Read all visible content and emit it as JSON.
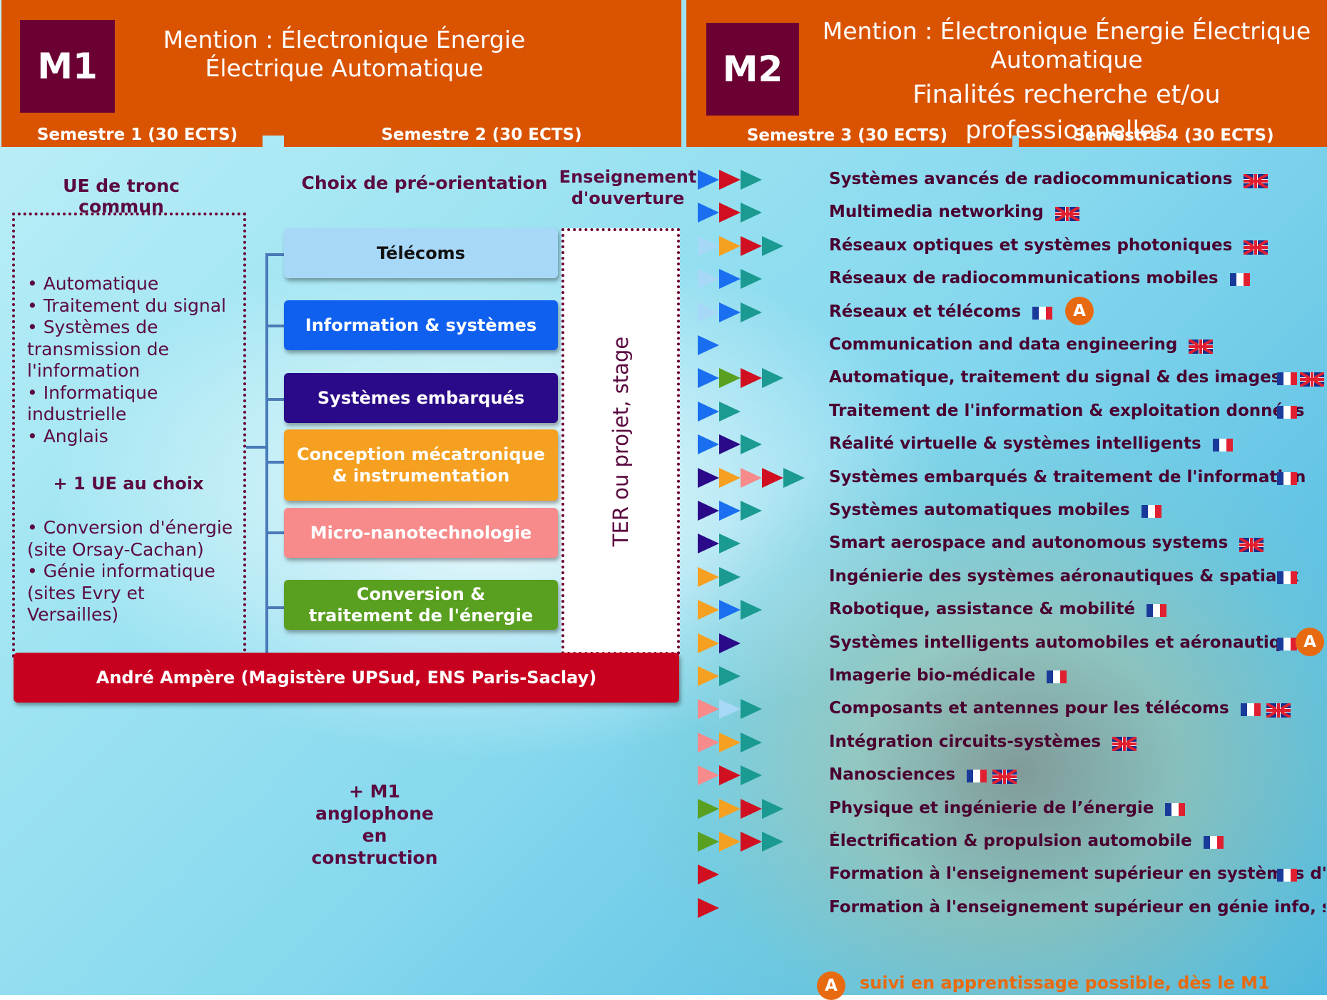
{
  "m1": {
    "badge": "M1",
    "title_line1": "Mention : Électronique Énergie",
    "title_line2": "Électrique Automatique",
    "sem1": "Semestre 1 (30 ECTS)",
    "sem2": "Semestre 2 (30 ECTS)",
    "tronc_heading": "UE de tronc commun",
    "preorient_heading": "Choix de pré-orientation",
    "ouverture_heading_l1": "Enseignement",
    "ouverture_heading_l2": "d'ouverture",
    "bullets": [
      "• Automatique",
      "• Traitement du signal",
      "• Systèmes de",
      "transmission de",
      "l'information",
      "• Informatique",
      "industrielle",
      "• Anglais"
    ],
    "choice_label": "+ 1 UE au choix",
    "choice_bullets": [
      "• Conversion d'énergie",
      "(site Orsay-Cachan)",
      "• Génie informatique",
      "(sites Evry et",
      "Versailles)"
    ],
    "options": [
      {
        "label": "Télécoms",
        "color": "#a8d8f8"
      },
      {
        "label": "Information & systèmes",
        "color": "#1060f0"
      },
      {
        "label": "Systèmes embarqués",
        "color": "#2a0a88"
      },
      {
        "label": "Conception mécatronique & instrumentation",
        "color": "#f5a020"
      },
      {
        "label": "Micro-nanotechnologie",
        "color": "#f78a8a"
      },
      {
        "label": "Conversion & traitement de l'énergie",
        "color": "#5aa020"
      }
    ],
    "ter_label": "TER ou projet,   stage",
    "ampere": "André Ampère (Magistère UPSud, ENS Paris-Saclay)",
    "anglophone": [
      "+ M1",
      "anglophone",
      "en",
      "construction"
    ]
  },
  "m2": {
    "badge": "M2",
    "title_line1": "Mention : Électronique Énergie Électrique",
    "title_line2": "Automatique",
    "title_line3": "Finalités recherche et/ou professionnelles",
    "sem3": "Semestre 3 (30 ECTS)",
    "sem4": "Semestre 4 (30 ECTS)",
    "apprentissage_badge": "A",
    "legend": "suivi en apprentissage possible, dès le M1",
    "programs": [
      {
        "label": "Systèmes avancés de radiocommunications",
        "arrows": [
          "#1a6ff0",
          "#d01020",
          "#1a9a90"
        ],
        "flags": [
          "uk"
        ],
        "apprent": false
      },
      {
        "label": "Multimedia networking",
        "arrows": [
          "#1a6ff0",
          "#d01020",
          "#1a9a90"
        ],
        "flags": [
          "uk"
        ],
        "apprent": false
      },
      {
        "label": "Réseaux optiques et systèmes  photoniques",
        "arrows": [
          "#a8d8f8",
          "#f5a020",
          "#d01020",
          "#1a9a90"
        ],
        "flags": [
          "uk"
        ],
        "apprent": false
      },
      {
        "label": "Réseaux de radiocommunications mobiles",
        "arrows": [
          "#a8d8f8",
          "#1a6ff0",
          "#1a9a90"
        ],
        "flags": [
          "fr"
        ],
        "apprent": false
      },
      {
        "label": "Réseaux  et télécoms",
        "arrows": [
          "#a8d8f8",
          "#1a6ff0",
          "#1a9a90"
        ],
        "flags": [
          "fr"
        ],
        "apprent": true
      },
      {
        "label": "Communication and data engineering",
        "arrows": [
          "#1a6ff0"
        ],
        "flags": [
          "uk"
        ],
        "apprent": false
      },
      {
        "label": "Automatique, traitement du  signal & des images",
        "arrows": [
          "#1a6ff0",
          "#5aa020",
          "#d01020",
          "#1a9a90"
        ],
        "flags": [
          "fr",
          "uk"
        ],
        "apprent": false
      },
      {
        "label": "Traitement de l'information & exploitation données",
        "arrows": [
          "#1a6ff0",
          "#1a9a90"
        ],
        "flags": [
          "fr"
        ],
        "apprent": false
      },
      {
        "label": "Réalité virtuelle & systèmes intelligents",
        "arrows": [
          "#1a6ff0",
          "#2a0a88",
          "#1a9a90"
        ],
        "flags": [
          "fr"
        ],
        "apprent": false
      },
      {
        "label": "Systèmes embarqués & traitement de l'information",
        "arrows": [
          "#2a0a88",
          "#f5a020",
          "#f78a8a",
          "#d01020",
          "#1a9a90"
        ],
        "flags": [
          "fr"
        ],
        "apprent": false
      },
      {
        "label": "Systèmes automatiques mobiles",
        "arrows": [
          "#2a0a88",
          "#1a6ff0",
          "#1a9a90"
        ],
        "flags": [
          "fr"
        ],
        "apprent": false
      },
      {
        "label": "Smart aerospace and autonomous  systems",
        "arrows": [
          "#2a0a88",
          "#1a9a90"
        ],
        "flags": [
          "uk"
        ],
        "apprent": false
      },
      {
        "label": "Ingénierie des systèmes aéronautiques & spatiaux",
        "arrows": [
          "#f5a020",
          "#1a9a90"
        ],
        "flags": [
          "fr"
        ],
        "apprent": false
      },
      {
        "label": "Robotique, assistance & mobilité",
        "arrows": [
          "#f5a020",
          "#1a6ff0",
          "#1a9a90"
        ],
        "flags": [
          "fr"
        ],
        "apprent": false
      },
      {
        "label": "Systèmes intelligents automobiles et aéronautiques",
        "arrows": [
          "#f5a020",
          "#2a0a88"
        ],
        "flags": [
          "fr"
        ],
        "apprent": true
      },
      {
        "label": "Imagerie bio-médicale",
        "arrows": [
          "#f5a020",
          "#1a9a90"
        ],
        "flags": [
          "fr"
        ],
        "apprent": false
      },
      {
        "label": "Composants et antennes pour les télécoms",
        "arrows": [
          "#f78a8a",
          "#a8d8f8",
          "#1a9a90"
        ],
        "flags": [
          "fr",
          "uk"
        ],
        "apprent": false
      },
      {
        "label": "Intégration circuits-systèmes",
        "arrows": [
          "#f78a8a",
          "#f5a020",
          "#1a9a90"
        ],
        "flags": [
          "uk"
        ],
        "apprent": false
      },
      {
        "label": "Nanosciences",
        "arrows": [
          "#f78a8a",
          "#d01020",
          "#1a9a90"
        ],
        "flags": [
          "fr",
          "uk"
        ],
        "apprent": false
      },
      {
        "label": "Physique et ingénierie de l’énergie",
        "arrows": [
          "#5aa020",
          "#f5a020",
          "#d01020",
          "#1a9a90"
        ],
        "flags": [
          "fr"
        ],
        "apprent": false
      },
      {
        "label": "Électrification & propulsion automobile",
        "arrows": [
          "#5aa020",
          "#f5a020",
          "#d01020",
          "#1a9a90"
        ],
        "flags": [
          "fr"
        ],
        "apprent": false
      },
      {
        "label": "Formation à l'enseignement supérieur en systèmes d'énergie",
        "arrows": [
          "#d01020"
        ],
        "flags": [
          "fr"
        ],
        "apprent": false
      },
      {
        "label": "Formation à l'enseignement supérieur en  génie info, signal...",
        "arrows": [
          "#d01020"
        ],
        "flags": [],
        "apprent": false
      }
    ]
  }
}
